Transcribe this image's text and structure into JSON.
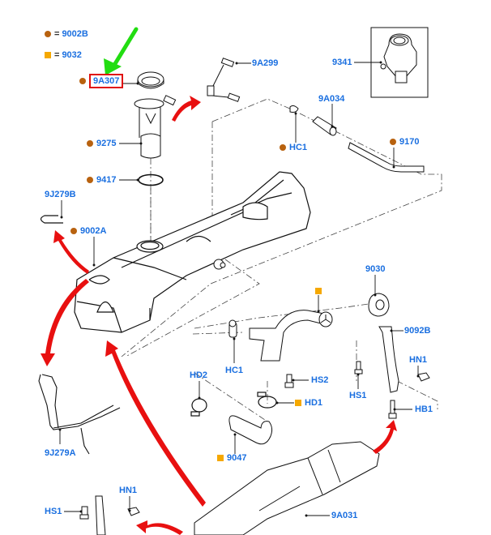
{
  "colors": {
    "label": "#1a6fe0",
    "dot_marker": "#b8620f",
    "square_marker": "#f5a800",
    "red_arrow": "#e81010",
    "highlight_box": "#e01010",
    "green_arrow": "#22dd11",
    "line": "#111111"
  },
  "legend": {
    "items": [
      {
        "marker": "dot",
        "equals": "=",
        "part": "9002B"
      },
      {
        "marker": "square",
        "equals": "=",
        "part": "9032"
      }
    ]
  },
  "callouts": {
    "9A307": {
      "text": "9A307",
      "marker": "dot",
      "highlighted": true
    },
    "9A299": {
      "text": "9A299"
    },
    "9341": {
      "text": "9341"
    },
    "9A034": {
      "text": "9A034"
    },
    "HC1_top": {
      "text": "HC1",
      "marker": "dot"
    },
    "9170": {
      "text": "9170",
      "marker": "dot"
    },
    "9275": {
      "text": "9275",
      "marker": "dot"
    },
    "9417": {
      "text": "9417",
      "marker": "dot"
    },
    "9J279B": {
      "text": "9J279B"
    },
    "9002A": {
      "text": "9002A",
      "marker": "dot"
    },
    "9030": {
      "text": "9030"
    },
    "filler_square": {
      "text": "",
      "marker": "square"
    },
    "9092B": {
      "text": "9092B"
    },
    "HC1_mid": {
      "text": "HC1"
    },
    "HD2": {
      "text": "HD2"
    },
    "HS2": {
      "text": "HS2"
    },
    "HN1_right": {
      "text": "HN1"
    },
    "HS1_right": {
      "text": "HS1"
    },
    "HD1": {
      "text": "HD1",
      "marker": "square"
    },
    "HB1": {
      "text": "HB1"
    },
    "9J279A": {
      "text": "9J279A"
    },
    "9047": {
      "text": "9047",
      "marker": "square"
    },
    "9A031": {
      "text": "9A031"
    },
    "HS1_left": {
      "text": "HS1"
    },
    "HN1_left": {
      "text": "HN1"
    }
  }
}
